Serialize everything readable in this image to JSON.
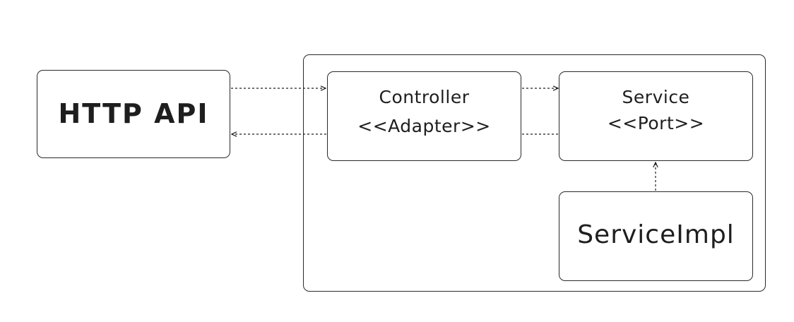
{
  "nodes": {
    "http_api": {
      "label": "HTTP API"
    },
    "controller": {
      "title": "Controller",
      "stereotype": "<<Adapter>>"
    },
    "service": {
      "title": "Service",
      "stereotype": "<<Port>>"
    },
    "service_impl": {
      "label": "ServiceImpl"
    }
  },
  "colors": {
    "stroke": "#1e1e1e",
    "background": "#ffffff"
  }
}
